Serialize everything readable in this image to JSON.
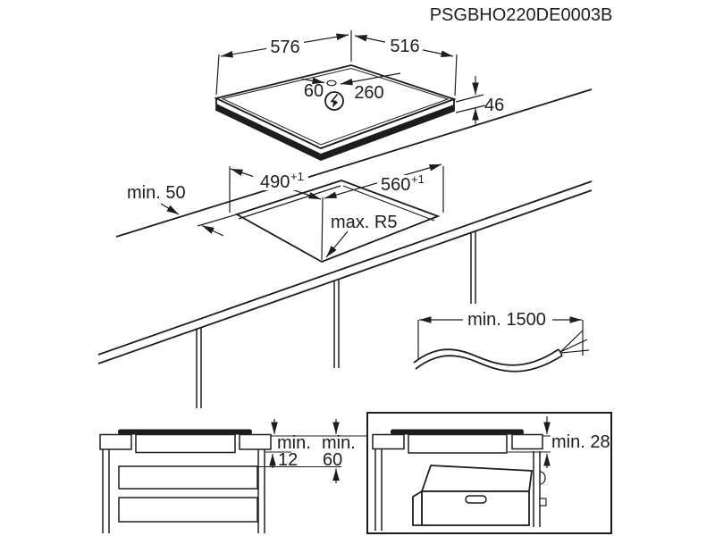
{
  "title": "PSGBHO220DE0003B",
  "colors": {
    "ink": "#1d1d1b",
    "background": "#ffffff"
  },
  "hob_view": {
    "width_mm": "576",
    "depth_mm": "516",
    "height_mm": "46",
    "cable_gland_left_mm": "60",
    "cable_gland_right_mm": "260",
    "power_icon": "lightning-in-circle"
  },
  "cutout_view": {
    "rear_clearance": "min. 50",
    "cutout_depth": {
      "value": "490",
      "tolerance": "+1"
    },
    "cutout_width": {
      "value": "560",
      "tolerance": "+1"
    },
    "corner_radius": "max. R5"
  },
  "cable_view": {
    "length": "min. 1500"
  },
  "drawer_clearance_view": {
    "worktop_min": {
      "label": "min.",
      "value": "12"
    },
    "drawer_min": {
      "label": "min.",
      "value": "60"
    }
  },
  "oven_clearance_view": {
    "clearance": "min. 28"
  }
}
